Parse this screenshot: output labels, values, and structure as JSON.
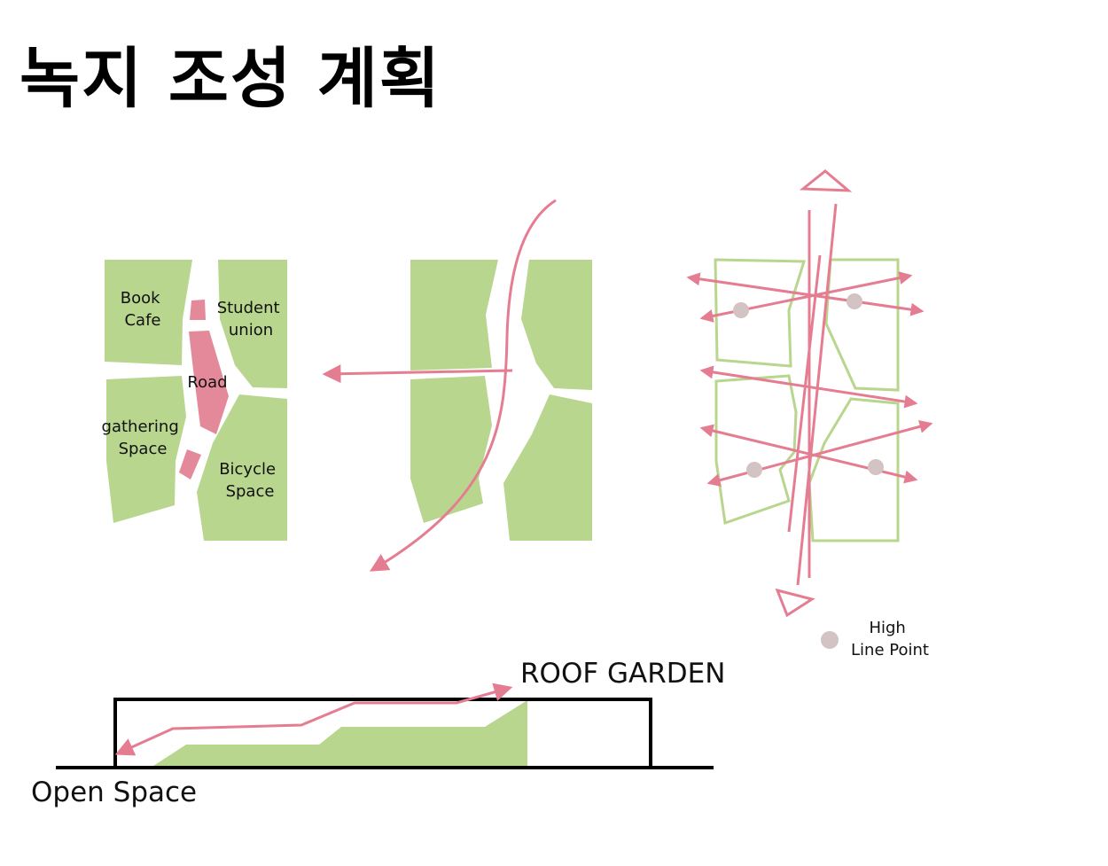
{
  "title": "녹지 조성 계획",
  "diagram1": {
    "labels": {
      "book": [
        "Book",
        "Cafe"
      ],
      "student": [
        "Student",
        "union"
      ],
      "road": "Road",
      "gathering": [
        "gathering",
        "Space"
      ],
      "bicycle": [
        "Bicycle",
        "Space"
      ]
    }
  },
  "legend": {
    "high_line_point": [
      "High",
      "Line Point"
    ]
  },
  "section": {
    "roof_garden": "ROOF GARDEN",
    "open_space": "Open Space"
  },
  "colors": {
    "green": "#b8d68e",
    "pink": "#e57d92",
    "pink_road": "#e4899a",
    "dot": "#d3c3c3",
    "outline_green": "#b8d68e"
  }
}
